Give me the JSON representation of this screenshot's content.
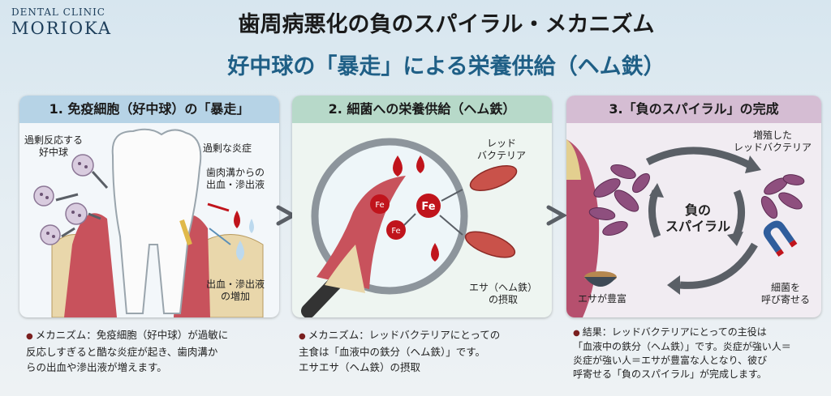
{
  "brand": {
    "line1": "DENTAL CLINIC",
    "line2": "MORIOKA"
  },
  "title_main": "歯周病悪化の負のスパイラル・メカニズム",
  "title_sub": "好中球の「暴走」による栄養供給（ヘム鉄）",
  "panels": [
    {
      "heading": "1. 免疫細胞（好中球）の「暴走」",
      "labels": {
        "neutrophil": "過剰反応する\n好中球",
        "inflammation": "過剰な炎症",
        "bleeding": "歯肉溝からの\n出血・滲出液",
        "increase": "出血・滲出液\nの増加"
      },
      "desc": [
        "メカニズム：免疫細胞（好中球）が過敏に",
        "反応しすぎると酷な炎症が起き、歯肉溝か",
        "らの出血や滲出液が増えます。"
      ]
    },
    {
      "heading": "2. 細菌への栄養供給（ヘム鉄）",
      "labels": {
        "bacteria": "レッド\nバクテリア",
        "fe": "Fe",
        "intake": "エサ（ヘム鉄）\nの摂取"
      },
      "desc": [
        "メカニズム：レッドバクテリアにとっての",
        "主食は「血液中の鉄分（ヘム鉄）」です。",
        "エサエサ（ヘム鉄）の摂取"
      ]
    },
    {
      "heading": "3.「負のスパイラル」の完成",
      "labels": {
        "proliferated": "増殖した\nレッドバクテリア",
        "spiral": "負の\nスパイラル",
        "food": "エサが豊富",
        "attract": "細菌を\n呼び寄せる"
      },
      "desc": [
        "結果：レッドバクテリアにとっての主役は",
        "「血液中の鉄分（ヘム鉄）」です。炎症が強い人＝",
        "炎症が強い人＝エサが豊富な人となり、彼び",
        "呼寄せる「負のスパイラル」が完成します。"
      ]
    }
  ],
  "colors": {
    "blood": "#c0141c",
    "gum": "#c8525c",
    "bacteria": "#c9524a",
    "purple_bacteria": "#8e4f7e",
    "title_blue": "#1f5f86",
    "arrow": "#5a5f66"
  }
}
